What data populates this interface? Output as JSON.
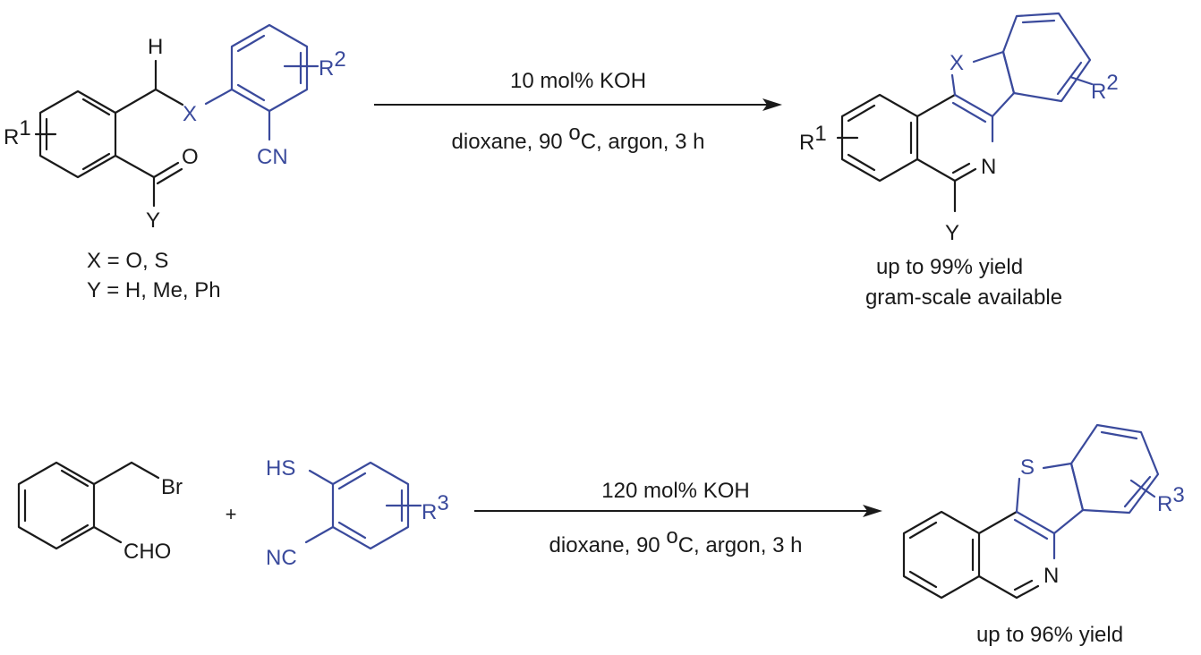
{
  "colors": {
    "ink": "#1a1a1a",
    "accent": "#3a4a9c",
    "background": "#ffffff"
  },
  "reaction1": {
    "reactant": {
      "atom_H": "H",
      "atom_X": "X",
      "atom_O": "O",
      "atom_Y": "Y",
      "group_CN": "CN",
      "sub_R1_base": "R",
      "sub_R1_sup": "1",
      "sub_R2_base": "R",
      "sub_R2_sup": "2",
      "note_x": "X = O, S",
      "note_y": "Y = H, Me, Ph"
    },
    "arrow": {
      "above": "10 mol% KOH",
      "below_pre": "dioxane, 90 ",
      "below_deg": "o",
      "below_post": "C, argon, 3 h"
    },
    "product": {
      "atom_X": "X",
      "atom_N": "N",
      "atom_Y": "Y",
      "sub_R1_base": "R",
      "sub_R1_sup": "1",
      "sub_R2_base": "R",
      "sub_R2_sup": "2",
      "note_yield": "up to 99% yield",
      "note_scale": "gram-scale available"
    }
  },
  "reaction2": {
    "reactant_a": {
      "group_Br": "Br",
      "group_CHO": "CHO"
    },
    "plus": "+",
    "reactant_b": {
      "group_HS": "HS",
      "group_NC": "NC",
      "sub_R3_base": "R",
      "sub_R3_sup": "3"
    },
    "arrow": {
      "above": "120 mol% KOH",
      "below_pre": "dioxane, 90 ",
      "below_deg": "o",
      "below_post": "C, argon, 3 h"
    },
    "product": {
      "atom_S": "S",
      "atom_N": "N",
      "sub_R3_base": "R",
      "sub_R3_sup": "3",
      "note_yield": "up to 96% yield"
    }
  }
}
